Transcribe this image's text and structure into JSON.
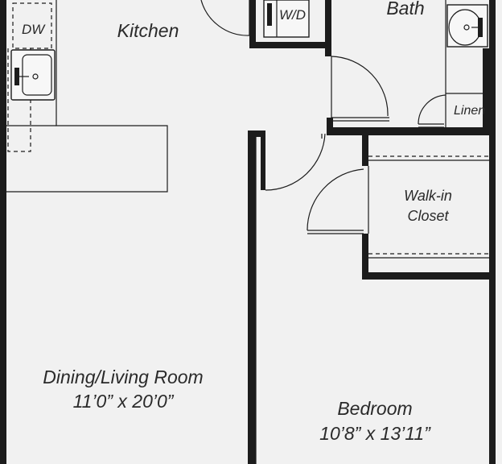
{
  "rooms": {
    "kitchen": "Kitchen",
    "bath": "Bath",
    "dining_living": "Dining/Living Room",
    "dining_living_size": "11’0” x 20’0”",
    "walk_in_closet_line1": "Walk-in",
    "walk_in_closet_line2": "Closet",
    "bedroom": "Bedroom",
    "bedroom_size": "10’8” x 13’11”",
    "linen": "Linen"
  },
  "fixtures": {
    "dishwasher": "DW",
    "washer_dryer": "W/D"
  },
  "colors": {
    "background": "#f1f1f1",
    "walls": "#1c1c1c"
  }
}
